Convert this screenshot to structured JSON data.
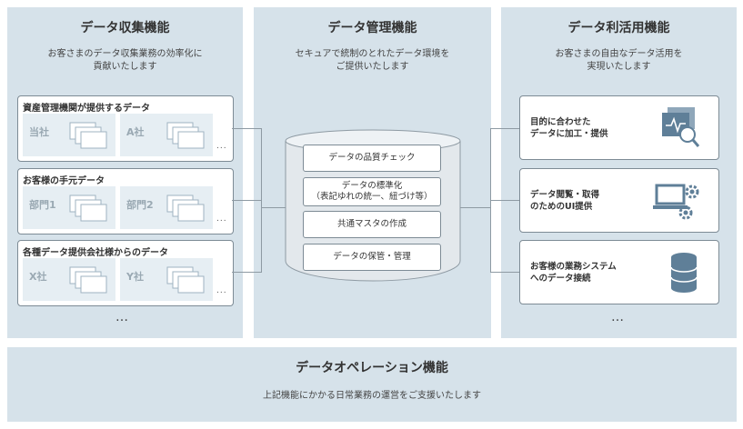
{
  "collection": {
    "title": "データ収集機能",
    "desc_line1": "お客さまのデータ収集業務の効率化に",
    "desc_line2": "貢献いたします",
    "groups": [
      {
        "title": "資産管理機関が提供するデータ",
        "tile1": "当社",
        "tile2": "A社",
        "more": "..."
      },
      {
        "title": "お客様の手元データ",
        "tile1": "部門1",
        "tile2": "部門2",
        "more": "..."
      },
      {
        "title": "各種データ提供会社様からのデータ",
        "tile1": "X社",
        "tile2": "Y社",
        "more": "..."
      }
    ],
    "more": "…"
  },
  "management": {
    "title": "データ管理機能",
    "desc_line1": "セキュアで統制のとれたデータ環境を",
    "desc_line2": "ご提供いたします",
    "items": [
      {
        "line1": "データの品質チェック",
        "line2": ""
      },
      {
        "line1": "データの標準化",
        "line2": "（表記ゆれの統一、紐づけ等）"
      },
      {
        "line1": "共通マスタの作成",
        "line2": ""
      },
      {
        "line1": "データの保管・管理",
        "line2": ""
      }
    ]
  },
  "utilization": {
    "title": "データ利活用機能",
    "desc_line1": "お客さまの自由なデータ活用を",
    "desc_line2": "実現いたします",
    "items": [
      {
        "line1": "目的に合わせた",
        "line2": "データに加工・提供",
        "icon": "document-analysis-icon"
      },
      {
        "line1": "データ閲覧・取得",
        "line2": "のためのUI提供",
        "icon": "laptop-settings-icon"
      },
      {
        "line1": "お客様の業務システム",
        "line2": "へのデータ接続",
        "icon": "database-icon"
      }
    ],
    "more": "…"
  },
  "operations": {
    "title": "データオペレーション機能",
    "desc": "上記機能にかかる日常業務の運営をご支援いたします"
  },
  "colors": {
    "panel": "#d6e2ea",
    "tile": "#e6eef3",
    "border": "#7d8b95",
    "icon": "#5f7f98"
  }
}
